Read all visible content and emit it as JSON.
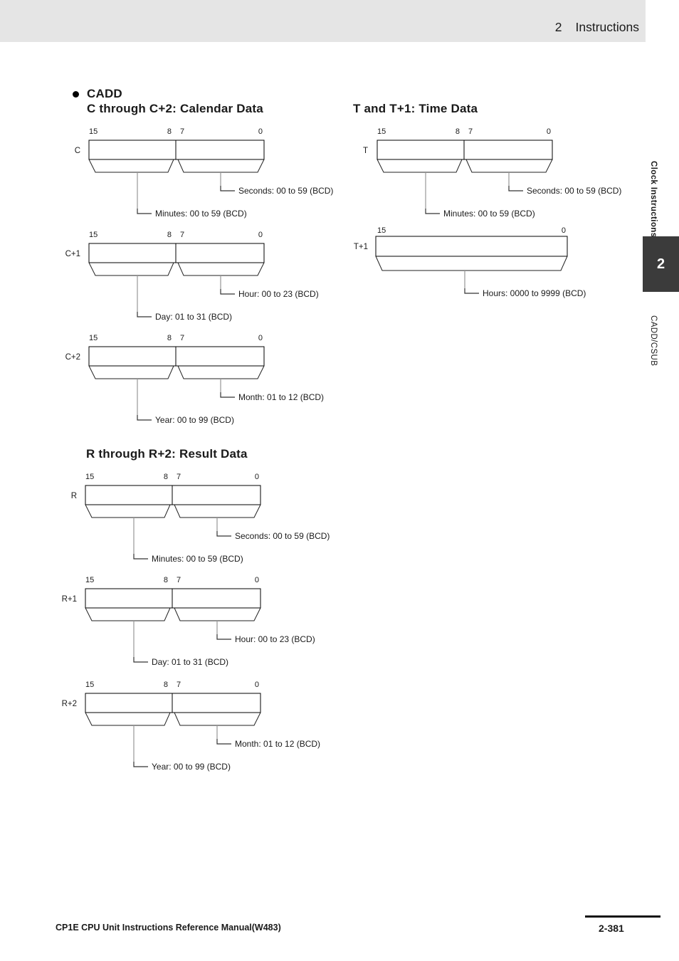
{
  "header": {
    "chapter_num": "2",
    "chapter_title": "Instructions"
  },
  "sidebar": {
    "section_tab": "Clock Instructions",
    "chapter_badge": "2",
    "instruction_tab": "CADD/CSUB"
  },
  "footer": {
    "manual_title": "CP1E CPU Unit Instructions Reference Manual(W483)",
    "page_number": "2-381"
  },
  "colors": {
    "header_bar": "#e5e5e5",
    "chapter_badge_bg": "#3b3b3b",
    "text": "#1a1a1a"
  },
  "content": {
    "instruction_heading": "CADD",
    "calendar_heading": "C through C+2: Calendar Data",
    "time_heading": "T and T+1: Time Data",
    "result_heading": "R through R+2: Result Data",
    "bits": {
      "b15": "15",
      "b8": "8",
      "b7": "7",
      "b0": "0"
    },
    "diagrams": {
      "c": {
        "word": "C",
        "low": "Seconds: 00 to 59 (BCD)",
        "high": "Minutes: 00 to 59 (BCD)"
      },
      "c1": {
        "word": "C+1",
        "low": "Hour: 00 to 23 (BCD)",
        "high": "Day: 01 to 31 (BCD)"
      },
      "c2": {
        "word": "C+2",
        "low": "Month: 01 to 12 (BCD)",
        "high": "Year: 00 to 99 (BCD)"
      },
      "t": {
        "word": "T",
        "low": "Seconds: 00 to 59 (BCD)",
        "high": "Minutes: 00 to 59 (BCD)"
      },
      "t1": {
        "word": "T+1",
        "label": "Hours: 0000 to 9999 (BCD)"
      },
      "r": {
        "word": "R",
        "low": "Seconds: 00 to 59 (BCD)",
        "high": "Minutes: 00 to 59 (BCD)"
      },
      "r1": {
        "word": "R+1",
        "low": "Hour: 00 to 23 (BCD)",
        "high": "Day: 01 to 31 (BCD)"
      },
      "r2": {
        "word": "R+2",
        "low": "Month: 01 to 12 (BCD)",
        "high": "Year: 00 to 99 (BCD)"
      }
    }
  }
}
